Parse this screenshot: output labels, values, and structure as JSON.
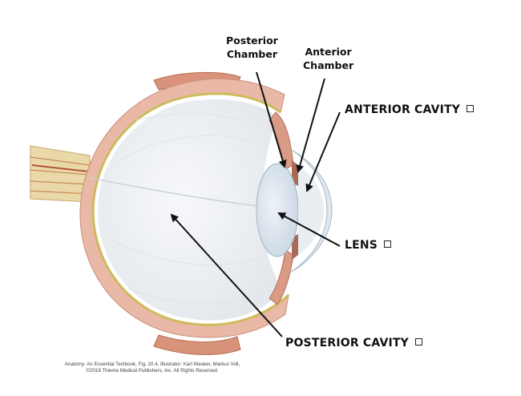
{
  "diagram": {
    "labels": {
      "posterior_chamber_line1": "Posterior",
      "posterior_chamber_line2": "Chamber",
      "anterior_chamber_line1": "Anterior",
      "anterior_chamber_line2": "Chamber",
      "anterior_cavity": "ANTERIOR CAVITY",
      "lens": "LENS",
      "posterior_cavity": "POSTERIOR CAVITY"
    },
    "credit_line1": "Anatomy: An Essential Textbook, Fig. 20.4, Illustrator: Karl Wesker, Markus Voll,",
    "credit_line2": "©2018 Thieme Medical Publishers, Inc. All Rights Reserved.",
    "colors": {
      "sclera": "#e8b3a3",
      "muscle": "#d98f6d",
      "retina": "#d7c46a",
      "vitreous": "#eef1f4",
      "lens": "#d9e4ee",
      "cornea": "#dfe6ee",
      "optic_nerve": "#e7d3a0"
    }
  }
}
